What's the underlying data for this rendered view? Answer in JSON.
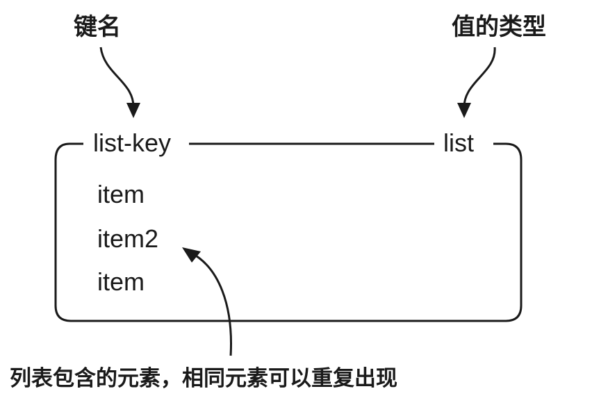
{
  "annotations": {
    "key_name": "键名",
    "value_type": "值的类型",
    "elements_note": "列表包含的元素，相同元素可以重复出现"
  },
  "header": {
    "key": "list-key",
    "type": "list"
  },
  "items": [
    "item",
    "item2",
    "item"
  ],
  "colors": {
    "stroke": "#1a1a1a",
    "text": "#1a1a1a",
    "background": "#ffffff"
  }
}
